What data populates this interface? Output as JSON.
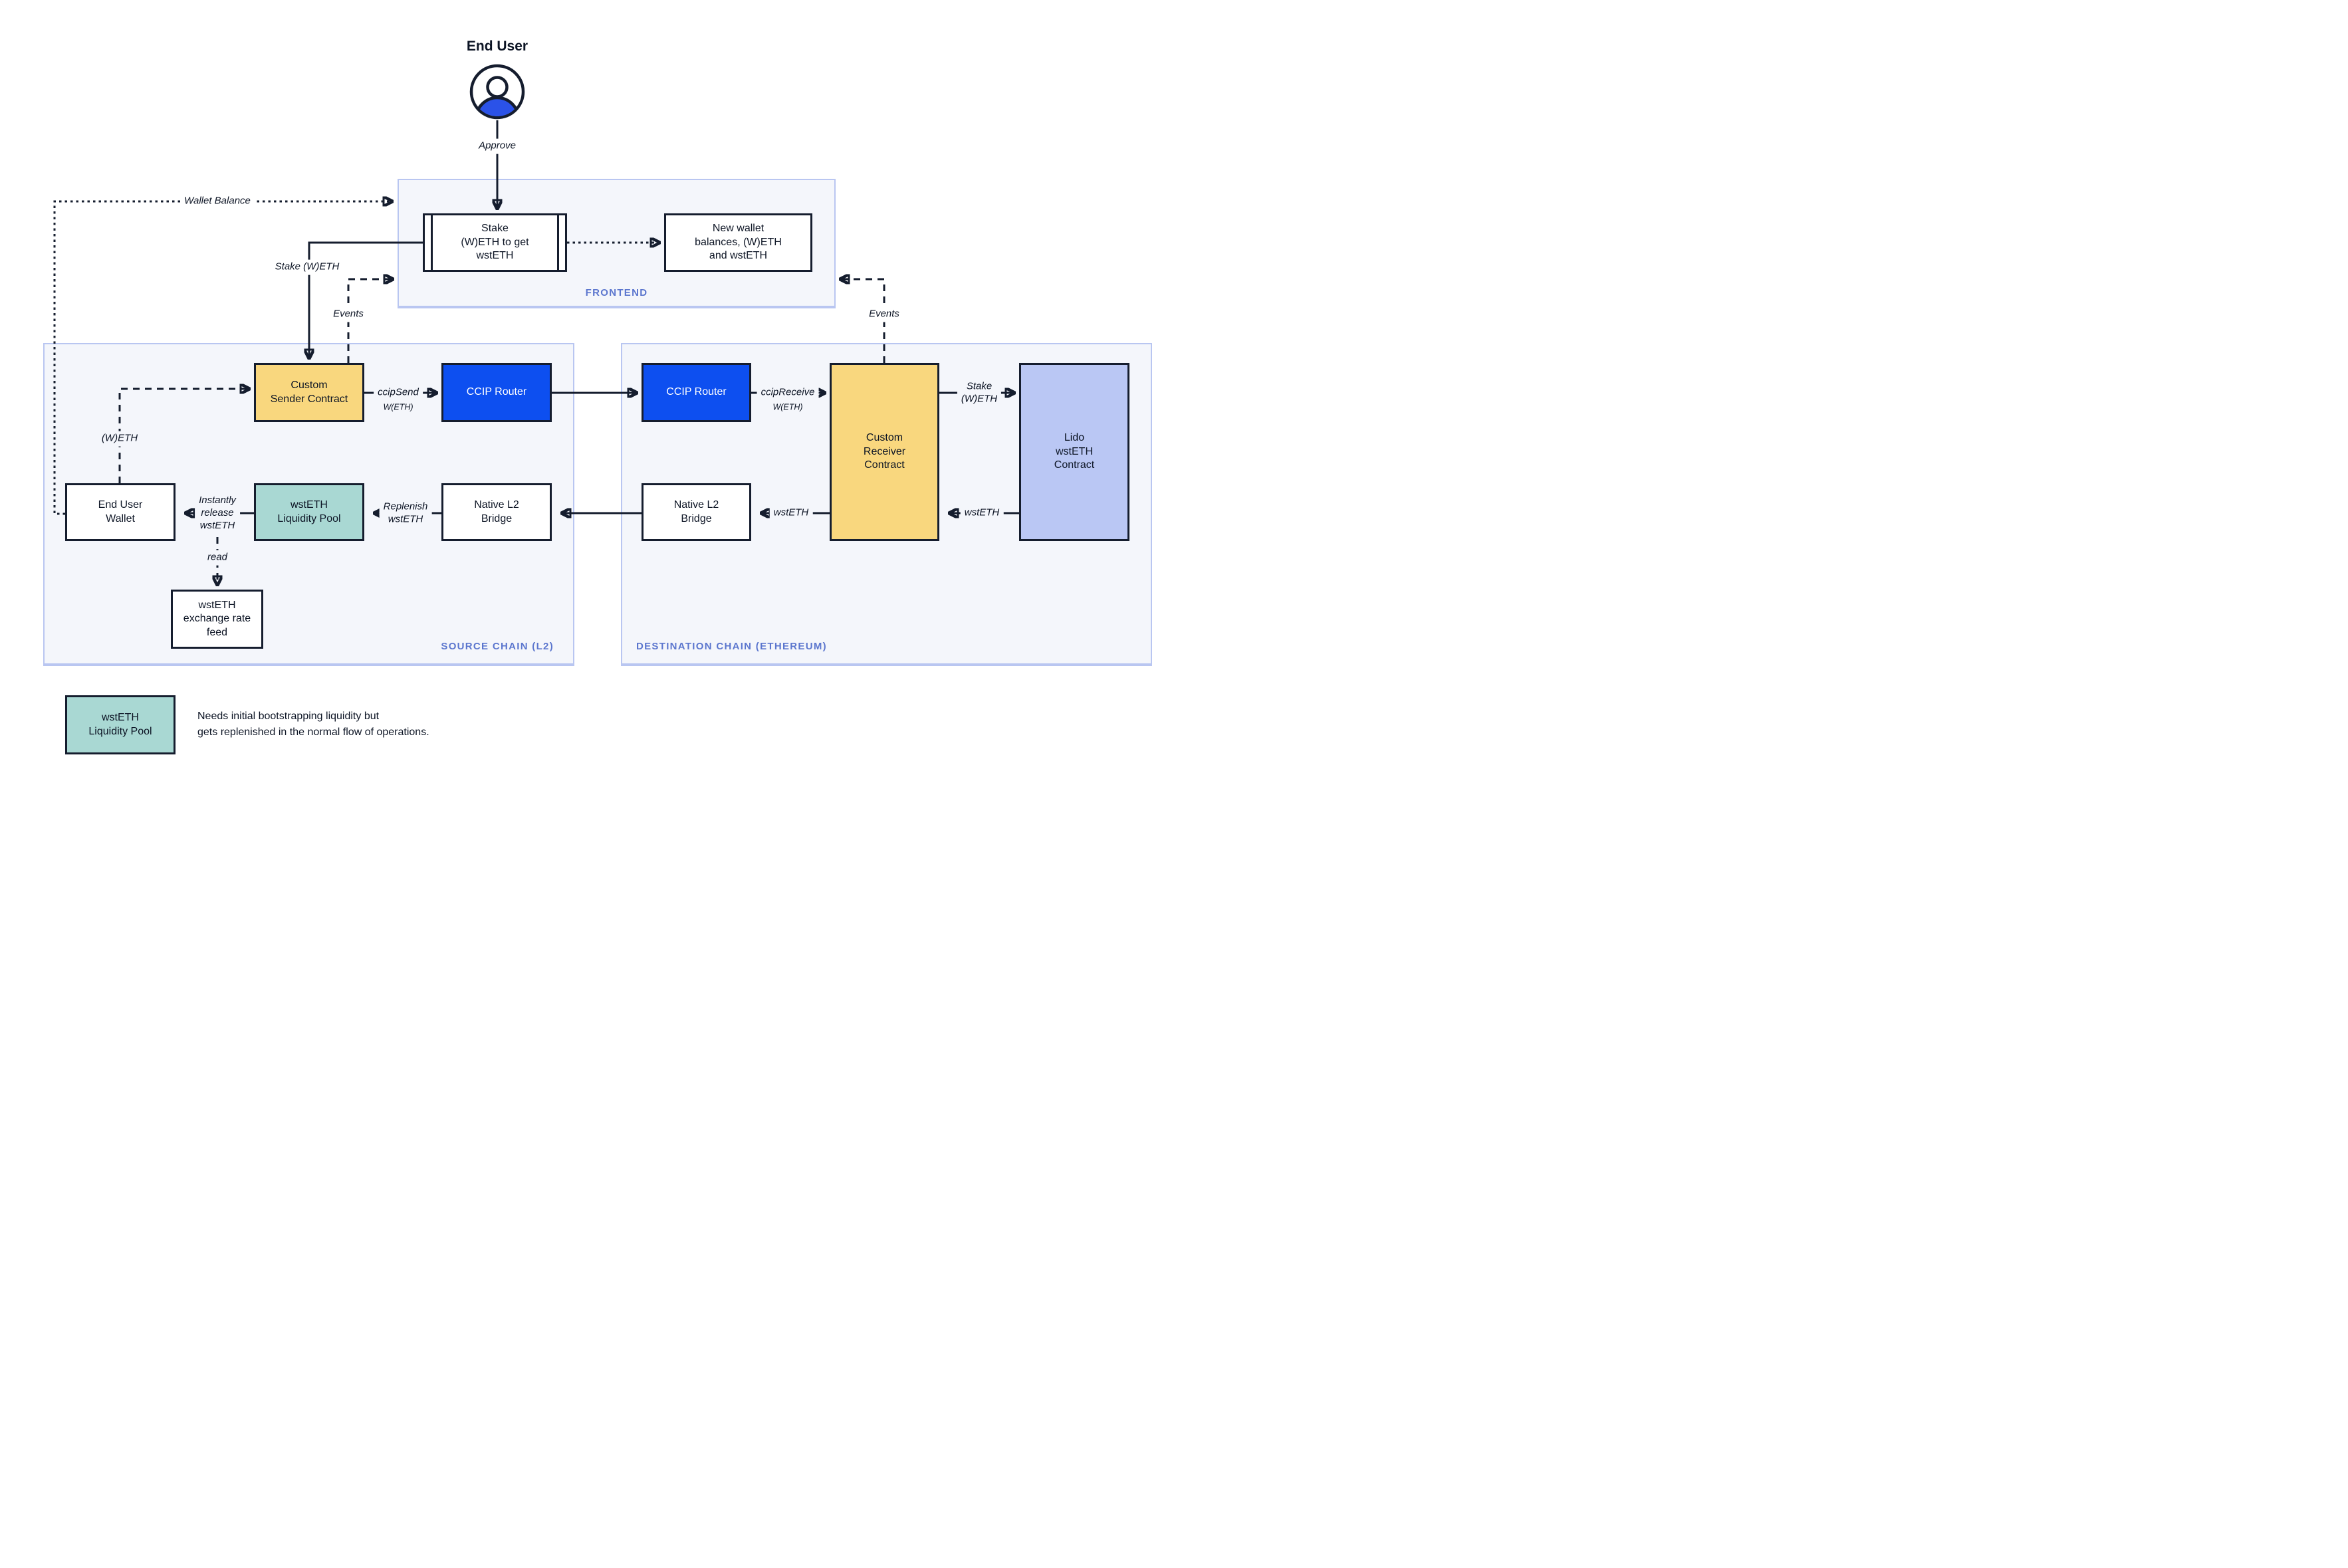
{
  "diagram": {
    "person": {
      "title": "End User"
    },
    "regions": {
      "frontend": {
        "label": "FRONTEND"
      },
      "source": {
        "label": "SOURCE CHAIN (L2)"
      },
      "destination": {
        "label": "DESTINATION CHAIN (ETHEREUM)"
      }
    },
    "nodes": {
      "stake_action": "Stake\n(W)ETH to get\nwstETH",
      "new_wallet": "New wallet\nbalances, (W)ETH\nand wstETH",
      "custom_sender": "Custom\nSender Contract",
      "ccip_router_source": "CCIP Router",
      "ccip_router_dest": "CCIP Router",
      "custom_receiver": "Custom\nReceiver\nContract",
      "lido_contract": "Lido\nwstETH\nContract",
      "end_user_wallet": "End User\nWallet",
      "liquidity_pool": "wstETH\nLiquidity Pool",
      "bridge_source": "Native L2\nBridge",
      "bridge_dest": "Native L2\nBridge",
      "rate_feed": "wstETH\nexchange rate\nfeed"
    },
    "edge_labels": {
      "approve": "Approve",
      "wallet_balance": "Wallet Balance",
      "stake_weth_left": "Stake (W)ETH",
      "events_left": "Events",
      "events_right": "Events",
      "ccip_send": "ccipSend",
      "ccip_send_sub": "W(ETH)",
      "ccip_receive": "ccipReceive",
      "ccip_receive_sub": "W(ETH)",
      "stake_weth_right": "Stake\n(W)ETH",
      "wsteth_from_lido": "wstETH",
      "wsteth_to_bridge": "wstETH",
      "replenish": "Replenish\nwstETH",
      "instant_release": "Instantly\nrelease\nwstETH",
      "read": "read",
      "weth": "(W)ETH"
    },
    "legend": {
      "box_label": "wstETH\nLiquidity Pool",
      "note": "Needs initial bootstrapping liquidity but\ngets replenished in the normal flow of operations."
    },
    "colors": {
      "node_yellow": "#f9d77e",
      "node_blue": "#0d4ff0",
      "node_teal": "#a9d8d3",
      "node_periwinkle": "#bac7f4",
      "region_fill": "#f4f6fb",
      "region_border": "#b9c6f1",
      "line_dark": "#151d2e",
      "region_label_blue": "#5b76ce",
      "person_blue": "#2b52e8"
    }
  }
}
